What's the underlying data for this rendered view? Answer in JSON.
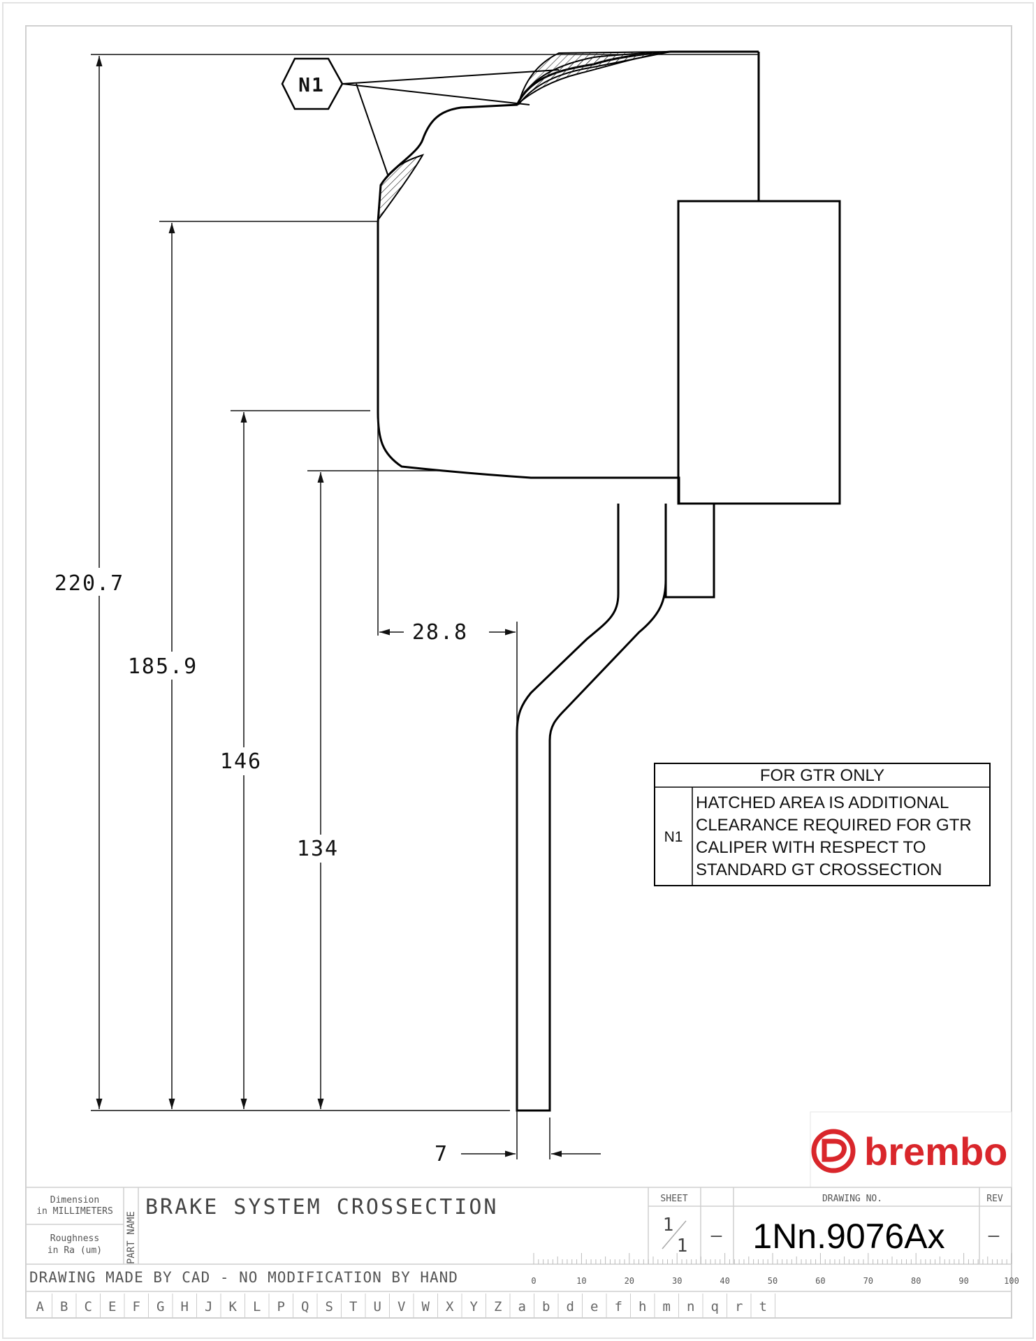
{
  "balloon": {
    "label": "N1"
  },
  "dimensions": {
    "d220": "220.7",
    "d185": "185.9",
    "d146": "146",
    "d134": "134",
    "d28": "28.8",
    "d7": "7"
  },
  "note_table": {
    "header": "FOR GTR ONLY",
    "tag": "N1",
    "lines": [
      "HATCHED AREA IS ADDITIONAL",
      "CLEARANCE REQUIRED FOR GTR",
      "CALIPER WITH RESPECT TO",
      "STANDARD GT CROSSECTION"
    ]
  },
  "logo": {
    "text": "brembo",
    "color": "#d9262b"
  },
  "title_block": {
    "dimension_label_1": "Dimension",
    "dimension_label_2": "in MILLIMETERS",
    "roughness_label_1": "Roughness",
    "roughness_label_2": "in Ra (um)",
    "part_name_label": "PART NAME",
    "part_name": "BRAKE SYSTEM CROSSECTION",
    "sheet_label": "SHEET",
    "sheet_num": "1",
    "sheet_total": "1",
    "sheet_dash": "—",
    "drawing_no_label": "DRAWING NO.",
    "drawing_no": "1Nn.9076Ax",
    "rev_label": "REV",
    "rev_value": "—",
    "cad_note": "DRAWING MADE BY CAD - NO MODIFICATION BY HAND",
    "ruler_labels": [
      "0",
      "10",
      "20",
      "30",
      "40",
      "50",
      "60",
      "70",
      "80",
      "90",
      "100"
    ],
    "letters": [
      "A",
      "B",
      "C",
      "E",
      "F",
      "G",
      "H",
      "J",
      "K",
      "L",
      "P",
      "Q",
      "S",
      "T",
      "U",
      "V",
      "W",
      "X",
      "Y",
      "Z",
      "a",
      "b",
      "d",
      "e",
      "f",
      "h",
      "m",
      "n",
      "q",
      "r",
      "t"
    ]
  }
}
